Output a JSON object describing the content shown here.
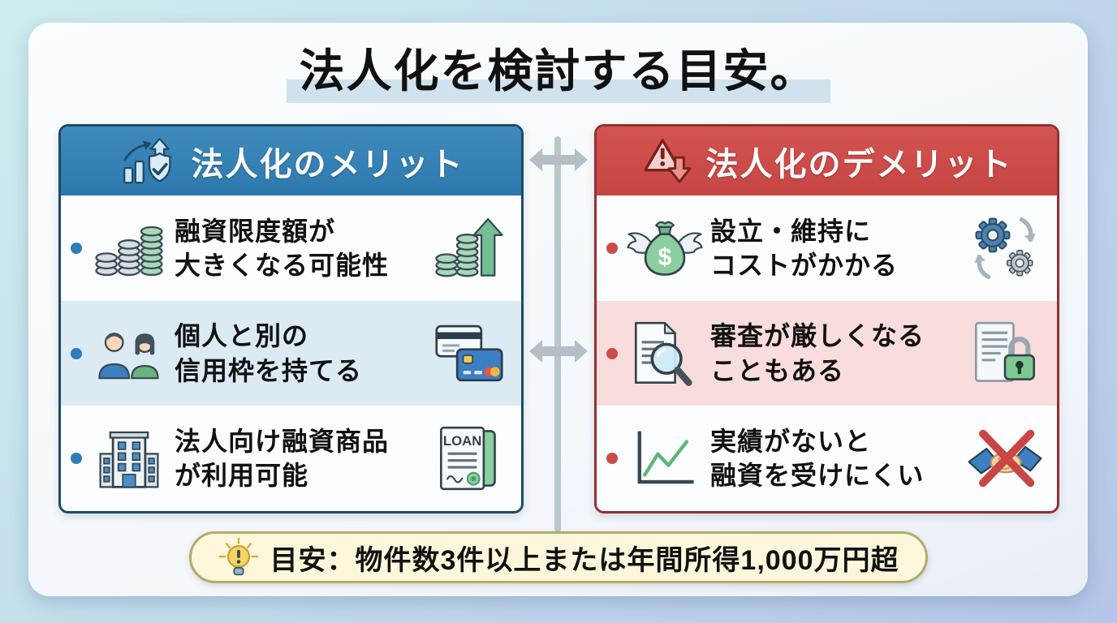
{
  "title": "法人化を検討する目安。",
  "merit_panel": {
    "header": "法人化のメリット",
    "header_icon": "growth-shield-icon",
    "items": [
      {
        "line1": "融資限度額が",
        "line2": "大きくなる可能性",
        "left_icon": "coin-stacks-icon",
        "right_icon": "coins-growth-arrow-icon"
      },
      {
        "line1": "個人と別の",
        "line2": "信用枠を持てる",
        "left_icon": "two-people-icon",
        "right_icon": "credit-cards-icon"
      },
      {
        "line1": "法人向け融資商品",
        "line2": "が利用可能",
        "left_icon": "office-building-icon",
        "right_icon": "loan-document-icon",
        "icon_label": "LOAN"
      }
    ]
  },
  "demerit_panel": {
    "header": "法人化のデメリット",
    "header_icon": "warning-down-arrow-icon",
    "items": [
      {
        "line1": "設立・維持に",
        "line2": "コストがかかる",
        "left_icon": "winged-money-bag-icon",
        "right_icon": "gears-icon",
        "icon_label": "$"
      },
      {
        "line1": "審査が厳しくなる",
        "line2": "こともある",
        "left_icon": "document-magnifier-icon",
        "right_icon": "document-lock-icon"
      },
      {
        "line1": "実績がないと",
        "line2": "融資を受けにくい",
        "left_icon": "line-chart-icon",
        "right_icon": "no-handshake-icon"
      }
    ]
  },
  "footer": {
    "icon": "lightbulb-icon",
    "text": "目安：物件数3件以上または年間所得1,000万円超"
  },
  "colors": {
    "background_top": "#cdedef",
    "background_bottom": "#b5c6e8",
    "merit_primary": "#3180b6",
    "merit_border": "#1c4a67",
    "merit_row_alt": "#dceaf4",
    "merit_bullet": "#2e7cb8",
    "demerit_primary": "#cc4b49",
    "demerit_border": "#93312f",
    "demerit_row_alt": "#f9dcdc",
    "demerit_bullet": "#cc4b49",
    "footer_bg": "#fcf6da",
    "footer_border": "#b2ab6c",
    "title_highlight": "#cfe2ee",
    "connector_gray": "#b3bec7"
  }
}
